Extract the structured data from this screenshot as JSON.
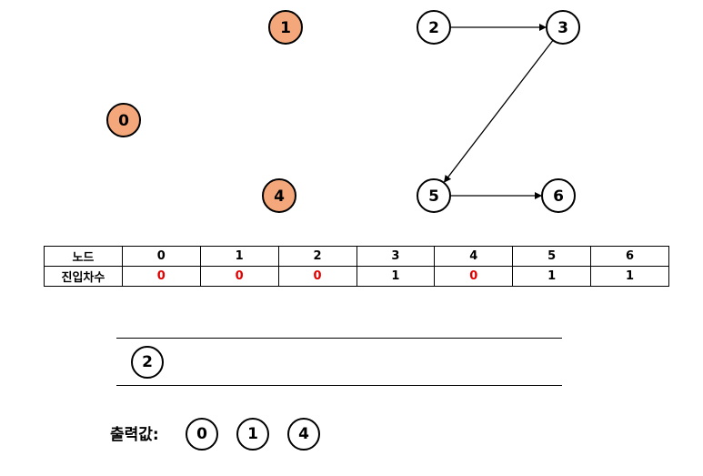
{
  "graph": {
    "nodes": [
      {
        "id": "0",
        "label": "0",
        "highlight": true
      },
      {
        "id": "1",
        "label": "1",
        "highlight": true
      },
      {
        "id": "2",
        "label": "2",
        "highlight": false
      },
      {
        "id": "3",
        "label": "3",
        "highlight": false
      },
      {
        "id": "4",
        "label": "4",
        "highlight": true
      },
      {
        "id": "5",
        "label": "5",
        "highlight": false
      },
      {
        "id": "6",
        "label": "6",
        "highlight": false
      }
    ],
    "edges": [
      {
        "from": "2",
        "to": "3"
      },
      {
        "from": "3",
        "to": "5"
      },
      {
        "from": "5",
        "to": "6"
      }
    ],
    "highlight_color": "#f4a77a",
    "node_color": "#ffffff"
  },
  "table": {
    "row1": {
      "header": "노드",
      "cells": [
        "0",
        "1",
        "2",
        "3",
        "4",
        "5",
        "6"
      ]
    },
    "row2": {
      "header": "진입차수",
      "cells": [
        "0",
        "0",
        "0",
        "1",
        "0",
        "1",
        "1"
      ]
    },
    "zero_color": "#e00000"
  },
  "queue": {
    "items": [
      "2"
    ]
  },
  "output": {
    "label": "출력값:",
    "items": [
      "0",
      "1",
      "4"
    ]
  }
}
